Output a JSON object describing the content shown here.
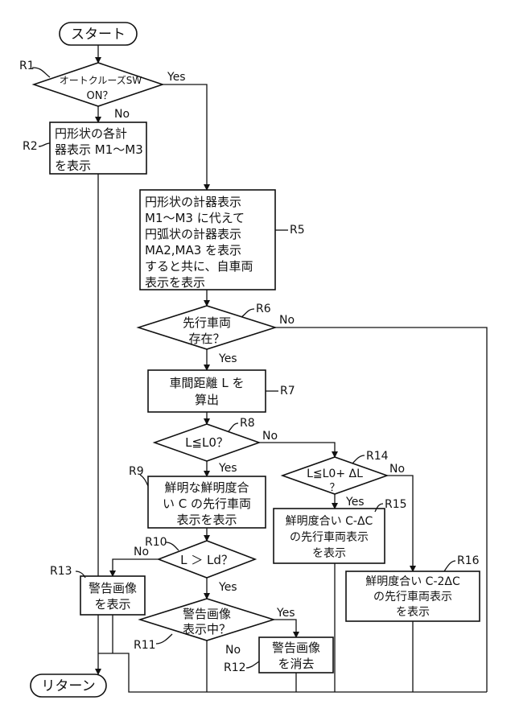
{
  "terminals": {
    "start": "スタート",
    "return": "リターン"
  },
  "steps": {
    "r1": {
      "ref": "R1",
      "lines": [
        "オートクルーズSW",
        "ON？"
      ],
      "yes": "Yes",
      "no": "No"
    },
    "r2": {
      "ref": "R2",
      "lines": [
        "円形状の各計",
        "器表示 M1～M3",
        "を表示"
      ]
    },
    "r5": {
      "ref": "R5",
      "lines": [
        "円形状の計器表示",
        "M1～M3 に代えて",
        "円弧状の計器表示",
        "MA2,MA3 を表示",
        "すると共に、自車両",
        "表示を表示"
      ]
    },
    "r6": {
      "ref": "R6",
      "lines": [
        "先行車両",
        "存在？"
      ],
      "yes": "Yes",
      "no": "No"
    },
    "r7": {
      "ref": "R7",
      "lines": [
        "車間距離 L を",
        "算出"
      ]
    },
    "r8": {
      "ref": "R8",
      "lines": [
        "L≦L0？"
      ],
      "yes": "Yes",
      "no": "No"
    },
    "r9": {
      "ref": "R9",
      "lines": [
        "鮮明な鮮明度合",
        "い C の先行車両",
        "表示を表示"
      ]
    },
    "r10": {
      "ref": "R10",
      "lines": [
        "L ＞ Ld？"
      ],
      "yes": "Yes",
      "no": "No"
    },
    "r11": {
      "ref": "R11",
      "lines": [
        "警告画像",
        "表示中？"
      ],
      "yes": "Yes",
      "no": "No"
    },
    "r12": {
      "ref": "R12",
      "lines": [
        "警告画像",
        "を消去"
      ]
    },
    "r13": {
      "ref": "R13",
      "lines": [
        "警告画像",
        "を表示"
      ]
    },
    "r14": {
      "ref": "R14",
      "lines": [
        "L≦L0+ ΔL",
        "？"
      ],
      "yes": "Yes",
      "no": "No"
    },
    "r15": {
      "ref": "R15",
      "lines": [
        "鮮明度合い C-ΔC",
        "の先行車両表示",
        "を表示"
      ]
    },
    "r16": {
      "ref": "R16",
      "lines": [
        "鮮明度合い C-2ΔC",
        "の先行車両表示",
        "を表示"
      ]
    }
  }
}
